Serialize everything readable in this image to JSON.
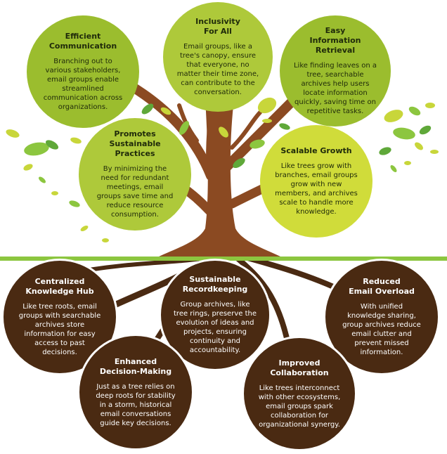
{
  "colors": {
    "leaf_dark": "#9bbd2e",
    "leaf_mid": "#aec93a",
    "leaf_light": "#d0dc3a",
    "root_brown": "#4a2a12",
    "trunk_brown": "#8b4a22",
    "ground_line": "#8cc63f",
    "border": "#ffffff"
  },
  "top_nodes": [
    {
      "title": "Efficient\nCommunication",
      "text": "Branching out to\nvarious stakeholders,\nemail groups enable\nstreamlined\ncommunication across\norganizations."
    },
    {
      "title": "Inclusivity\nFor All",
      "text": "Email groups, like a\ntree's canopy, ensure\nthat everyone, no\nmatter their time zone,\ncan contribute to the\nconversation."
    },
    {
      "title": "Easy\nInformation Retrieval",
      "text": "Like finding leaves on a\ntree, searchable\narchives help users\nlocate information\nquickly, saving time on\nrepetitive tasks."
    },
    {
      "title": "Promotes\nSustainable Practices",
      "text": "By minimizing the\nneed for redundant\nmeetings, email\ngroups save time and\nreduce resource\nconsumption."
    },
    {
      "title": "Scalable Growth",
      "text": "Like trees grow with\nbranches, email groups\ngrow with new\nmembers, and archives\nscale to handle more\nknowledge."
    }
  ],
  "bottom_nodes": [
    {
      "title": "Centralized\nKnowledge Hub",
      "text": "Like tree roots, email\ngroups with searchable\narchives store\ninformation for easy\naccess to past\ndecisions."
    },
    {
      "title": "Sustainable\nRecordkeeping",
      "text": "Group archives, like\ntree rings, preserve the\nevolution of ideas and\nprojects, ensuring\ncontinuity and\naccountability."
    },
    {
      "title": "Reduced\nEmail Overload",
      "text": "With unified\nknowledge sharing,\ngroup archives reduce\nemail clutter and\nprevent missed\ninformation."
    },
    {
      "title": "Enhanced\nDecision-Making",
      "text": "Just as a tree relies on\ndeep roots for stability\nin a storm, historical\nemail conversations\nguide key decisions."
    },
    {
      "title": "Improved\nCollaboration",
      "text": "Like trees interconnect\nwith other ecosystems,\nemail groups spark\ncollaboration for\norganizational synergy."
    }
  ]
}
